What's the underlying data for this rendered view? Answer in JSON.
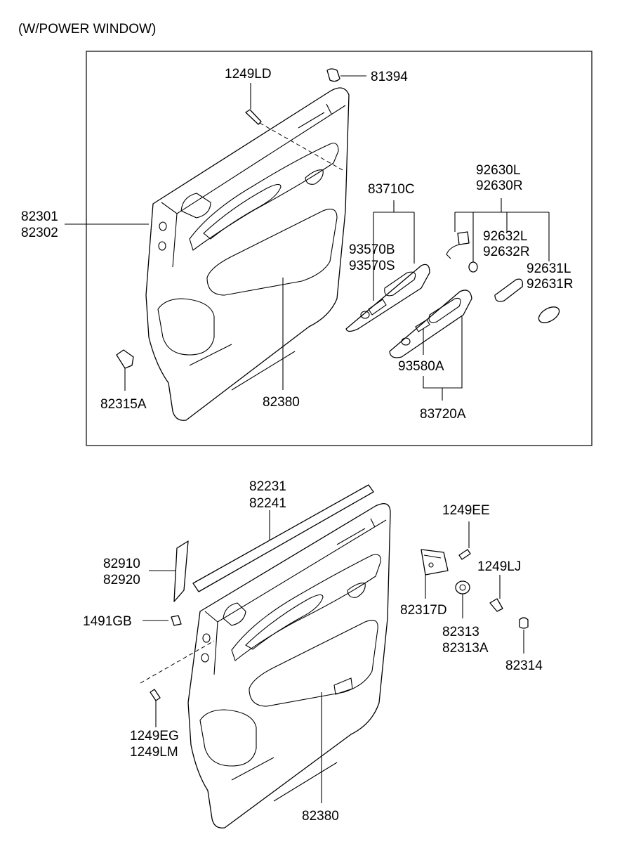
{
  "heading": "(W/POWER WINDOW)",
  "upper_section": {
    "callouts": {
      "c1249LD": "1249LD",
      "c81394": "81394",
      "c82301": "82301",
      "c82302": "82302",
      "c83710C": "83710C",
      "c92630L": "92630L",
      "c92630R": "92630R",
      "c93570B": "93570B",
      "c93570S": "93570S",
      "c92632L": "92632L",
      "c92632R": "92632R",
      "c92631L": "92631L",
      "c92631R": "92631R",
      "c93580A": "93580A",
      "c82315A": "82315A",
      "c82380": "82380",
      "c83720A": "83720A"
    }
  },
  "lower_section": {
    "callouts": {
      "c82231": "82231",
      "c82241": "82241",
      "c1249EE": "1249EE",
      "c82910": "82910",
      "c82920": "82920",
      "c1249LJ": "1249LJ",
      "c82317D": "82317D",
      "c1491GB": "1491GB",
      "c82313": "82313",
      "c82313A": "82313A",
      "c82314": "82314",
      "c1249EG": "1249EG",
      "c1249LM": "1249LM",
      "c82380": "82380"
    }
  }
}
